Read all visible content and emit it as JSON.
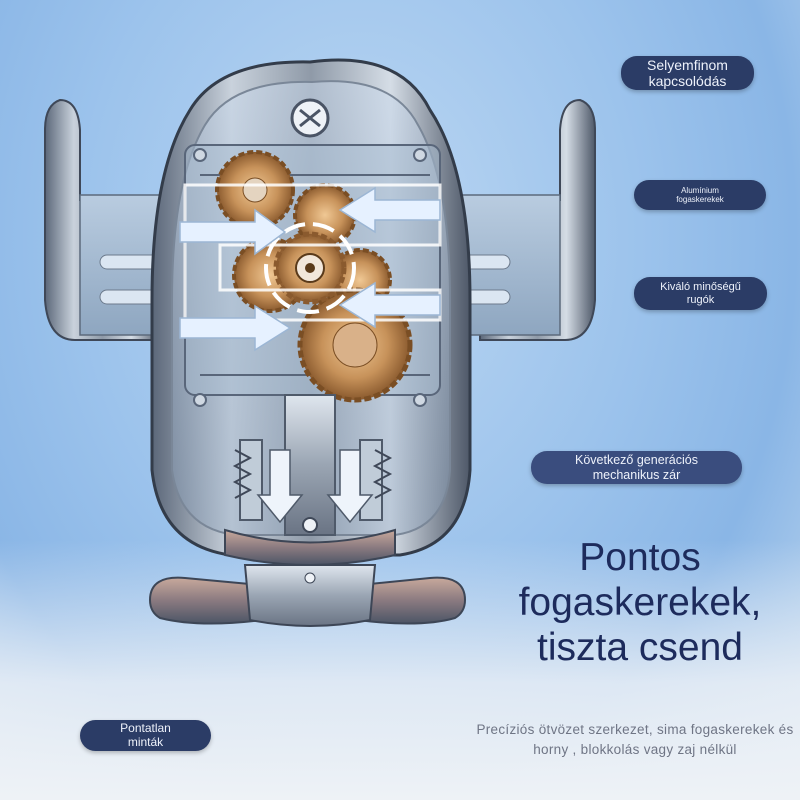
{
  "callouts": {
    "top_right": "Selyemfinom\nkapcsolódás",
    "aluminium": "Alumínium\nfogaskerekek",
    "springs": "Kiváló minőségű\nrugók",
    "lock": "Következő generációs\nmechanikus zár",
    "bottom_left": "Pontatlan\nminták"
  },
  "headline": "Pontos\nfogaskerekek,\ntiszta csend",
  "subtext": "Precíziós ötvözet szerkezet, sima fogaskerekek és horny , blokkolás vagy zaj nélkül",
  "colors": {
    "badge_bg": "#2b3c66",
    "headline": "#1d2b5c",
    "subtext": "#6f7585",
    "gear": "#c7925a",
    "arrow": "#e6f1ff"
  }
}
